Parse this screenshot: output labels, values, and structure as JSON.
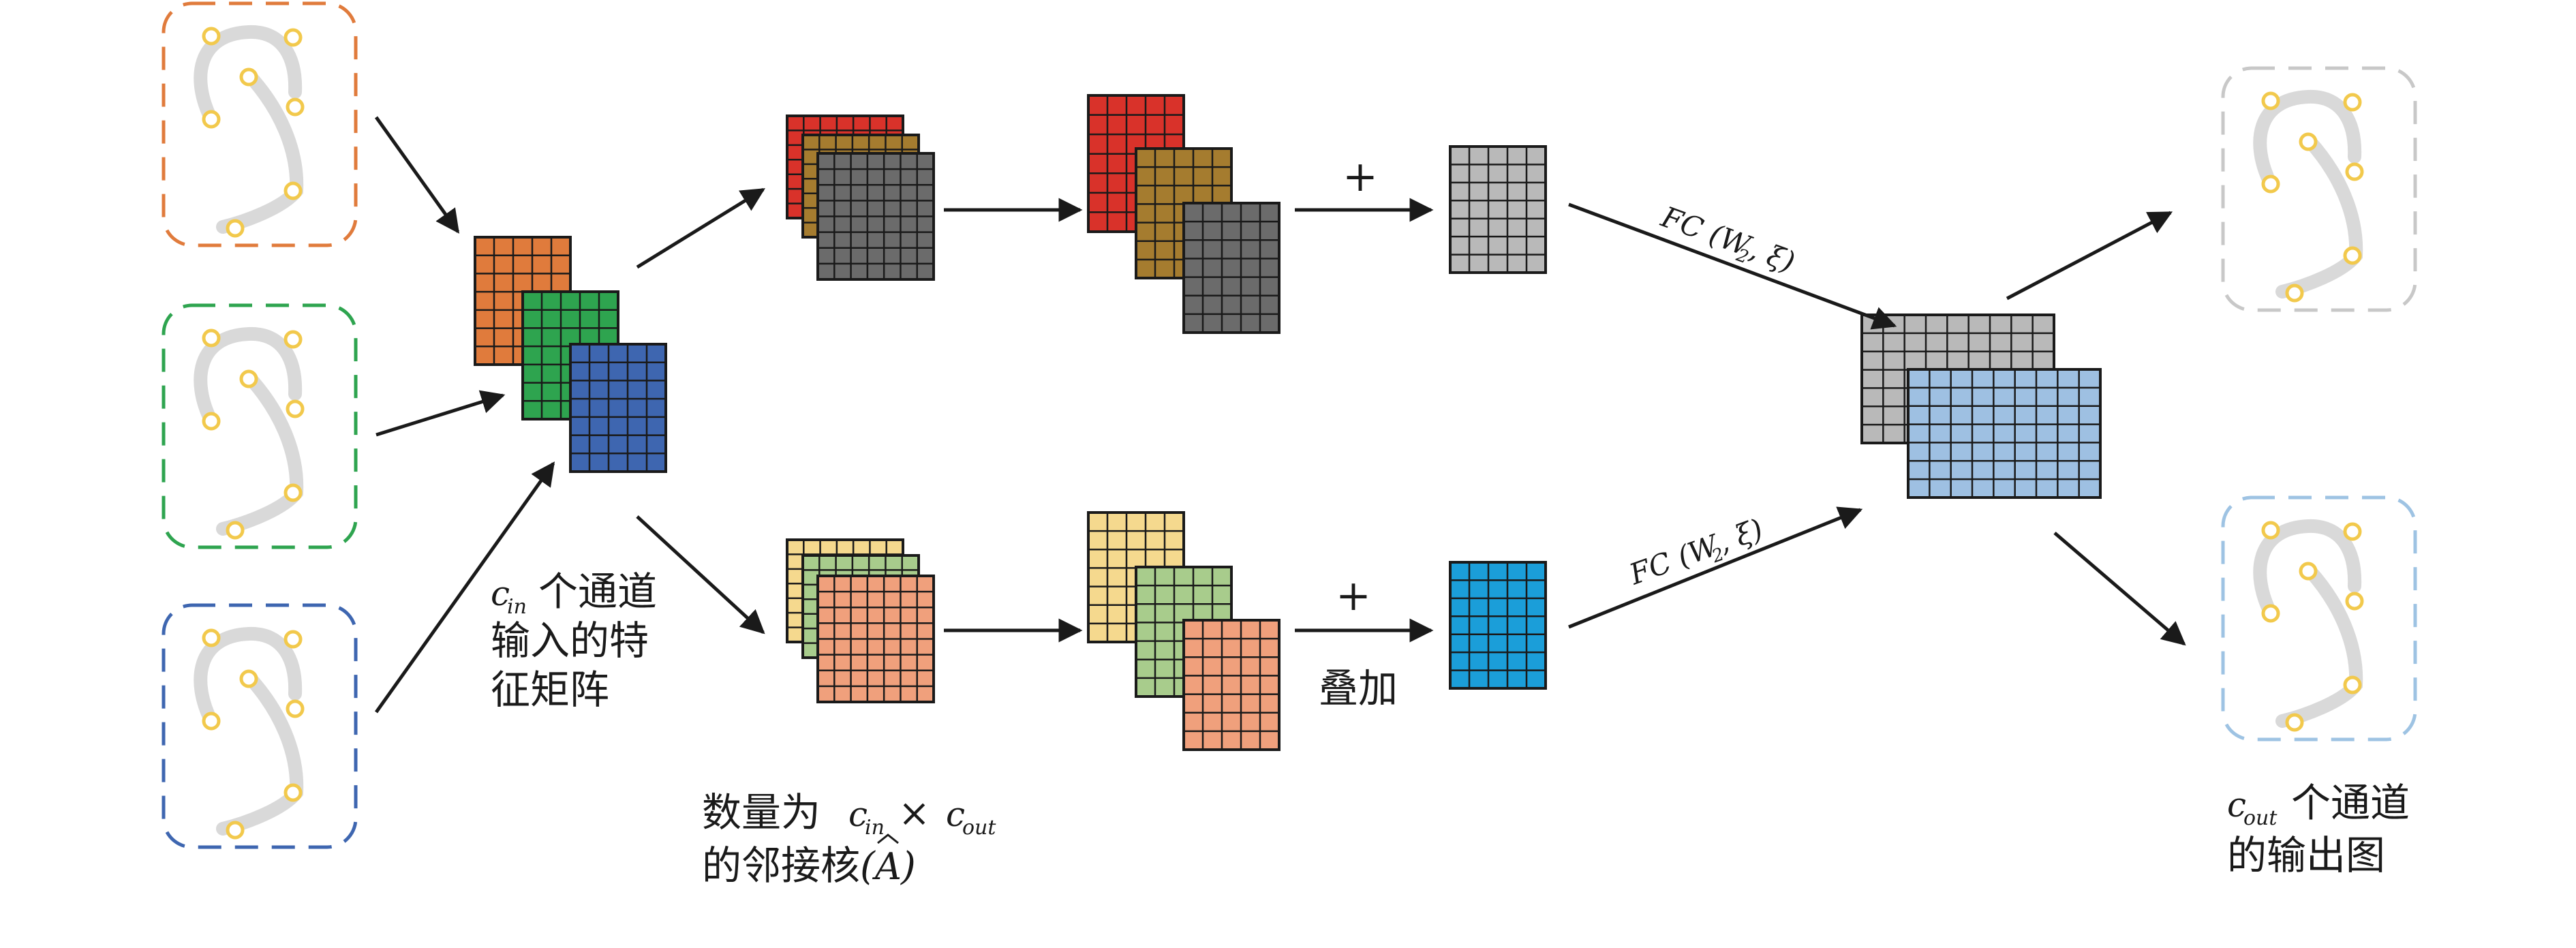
{
  "labels": {
    "input_line1": "个通道",
    "input_line2": "输入的特",
    "input_line3": "征矩阵",
    "kernel_line1": "数量为",
    "kernel_times": "×",
    "kernel_line2": "的邻接核",
    "kernel_paren_open": "(",
    "kernel_A": "A",
    "kernel_paren_close": ")",
    "plus_top": "+",
    "plus_bottom": "+",
    "stack_label": "叠加",
    "output_line1": "个通道",
    "output_line2": "的输出图",
    "fc_top": "FC (W",
    "fc_top_sub": "2",
    "fc_top_tail": ", ξ)",
    "fc_bottom": "FC (W",
    "fc_bottom_sub": "2",
    "fc_bottom_tail": ", ξ)",
    "c_symbol": "c",
    "in_sub": "in",
    "out_sub": "out"
  },
  "colors": {
    "input_orange": "#e07b3c",
    "input_green": "#2ea44f",
    "input_blue": "#3e66b0",
    "red": "#d9322a",
    "brown": "#a57c2f",
    "gray": "#6b6b6b",
    "light_gray": "#b9b9b9",
    "yellow": "#f5d98e",
    "light_green": "#a8cc8c",
    "salmon": "#f0a07c",
    "cyan": "#1b9ed9",
    "light_blue": "#9ec0e2",
    "skeleton": "#d9d9d9",
    "joint": "#f2c94c",
    "frame_gray": "#c8c8c8",
    "frame_lightblue": "#9ec3e3"
  }
}
